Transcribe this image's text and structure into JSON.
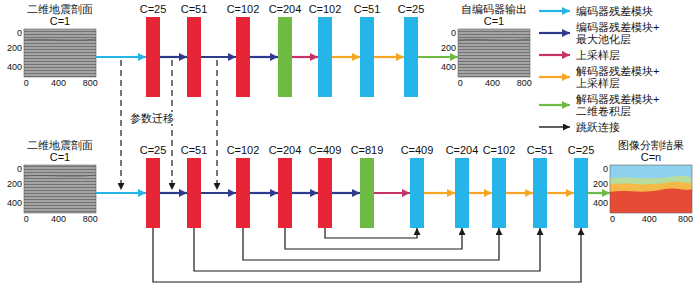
{
  "diagram": {
    "nodes": [
      {
        "text": [
          "二维地震剖面",
          "C=1"
        ]
      },
      {
        "text": [
          "C=25"
        ]
      },
      {
        "text": [
          "C=51"
        ]
      },
      {
        "text": [
          "C=102"
        ]
      },
      {
        "text": [
          "C=204"
        ]
      },
      {
        "text": [
          "C=102"
        ]
      },
      {
        "text": [
          "C=51"
        ]
      },
      {
        "text": [
          "C=25"
        ]
      },
      {
        "text": [
          "自编码器输出",
          "C=1"
        ]
      },
      {
        "text": [
          "二维地震剖面",
          "C=1"
        ]
      },
      {
        "text": [
          "C=25"
        ]
      },
      {
        "text": [
          "C=51"
        ]
      },
      {
        "text": [
          "C=102"
        ]
      },
      {
        "text": [
          "C=204"
        ]
      },
      {
        "text": [
          "C=409"
        ]
      },
      {
        "text": [
          "C=819"
        ]
      },
      {
        "text": [
          "C=409"
        ]
      },
      {
        "text": [
          "C=204"
        ]
      },
      {
        "text": [
          "C=102"
        ]
      },
      {
        "text": [
          "C=51"
        ]
      },
      {
        "text": [
          "C=25"
        ]
      },
      {
        "text": [
          "图像分割结果",
          "C=n"
        ]
      }
    ],
    "edges": [
      {
        "from": 0,
        "to": 1,
        "arrow": "to"
      },
      {
        "from": 1,
        "to": 2,
        "arrow": "to"
      },
      {
        "from": 2,
        "to": 3,
        "arrow": "to"
      },
      {
        "from": 3,
        "to": 4,
        "arrow": "to"
      },
      {
        "from": 4,
        "to": 5,
        "arrow": "to"
      },
      {
        "from": 5,
        "to": 6,
        "arrow": "to"
      },
      {
        "from": 6,
        "to": 7,
        "arrow": "to"
      },
      {
        "from": 7,
        "to": 8,
        "arrow": "to"
      },
      {
        "from": 9,
        "to": 10,
        "arrow": "to"
      },
      {
        "from": 10,
        "to": 11,
        "arrow": "to"
      },
      {
        "from": 11,
        "to": 12,
        "arrow": "to"
      },
      {
        "from": 12,
        "to": 13,
        "arrow": "to"
      },
      {
        "from": 13,
        "to": 14,
        "arrow": "to"
      },
      {
        "from": 14,
        "to": 15,
        "arrow": "to"
      },
      {
        "from": 15,
        "to": 16,
        "arrow": "to"
      },
      {
        "from": 16,
        "to": 17,
        "arrow": "to"
      },
      {
        "from": 17,
        "to": 18,
        "arrow": "to"
      },
      {
        "from": 18,
        "to": 19,
        "arrow": "to"
      },
      {
        "from": 19,
        "to": 20,
        "arrow": "to"
      },
      {
        "from": 20,
        "to": 21,
        "arrow": "to"
      },
      {
        "from": 14,
        "to": 16,
        "arrow": "to"
      },
      {
        "from": 13,
        "to": 17,
        "arrow": "to"
      },
      {
        "from": 12,
        "to": 18,
        "arrow": "to"
      },
      {
        "from": 11,
        "to": 19,
        "arrow": "to"
      },
      {
        "from": 10,
        "to": 20,
        "arrow": "to"
      }
    ],
    "labels": [
      "参数迁移",
      "0",
      "200",
      "400",
      "0",
      "400",
      "800",
      "0",
      "200",
      "400",
      "0",
      "400",
      "800",
      "0",
      "200",
      "400",
      "0",
      "400",
      "800",
      "0",
      "200",
      "400",
      "0",
      "400",
      "800"
    ],
    "legend": [
      {
        "text": "编码器残差模块"
      },
      {
        "text": "编码器残差模块+ 最大池化层"
      },
      {
        "text": "上采样层"
      },
      {
        "text": "解码器残差模块+ 上采样层"
      },
      {
        "text": "解码器残差模块+ 二维卷积层"
      },
      {
        "text": "跳跃连接"
      }
    ]
  }
}
